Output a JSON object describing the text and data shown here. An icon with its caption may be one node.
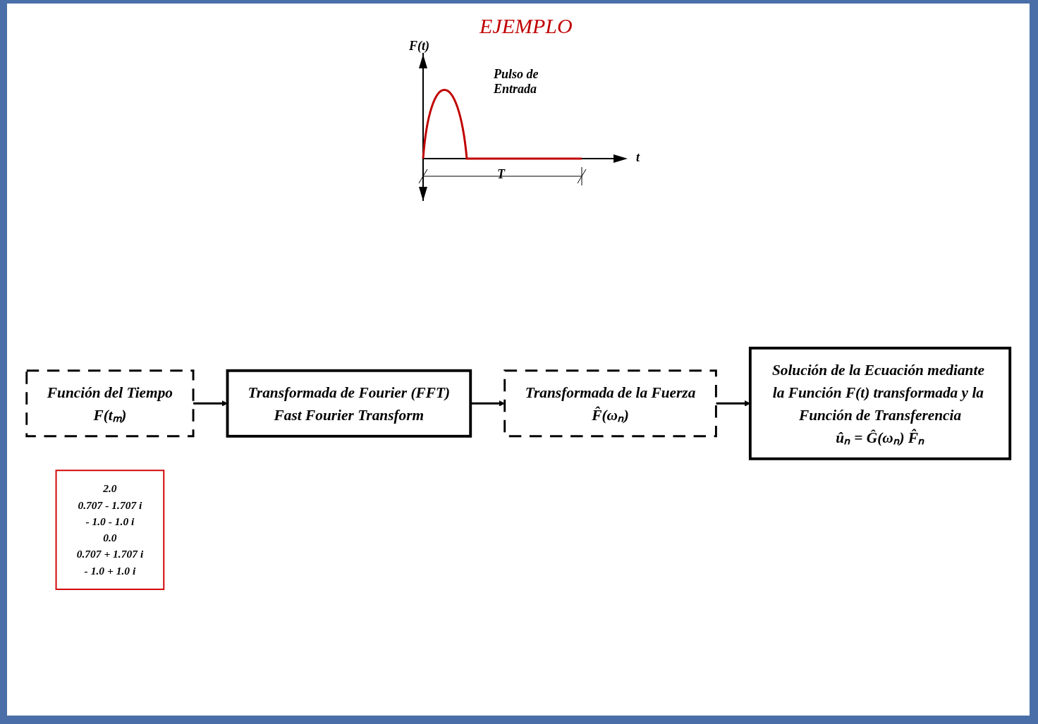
{
  "diagram": {
    "nodes": [
      {
        "text": [
          "Función del Tiempo",
          "F(tₘ)"
        ]
      },
      {
        "text": [
          "Transformada de Fourier (FFT)",
          "Fast Fourier Transform"
        ]
      },
      {
        "text": [
          "Transformada de la Fuerza",
          "F̂(ωₙ)"
        ]
      },
      {
        "text": [
          "Solución de la Ecuación mediante la Función F(t) transformada y la Función de Transferencia",
          "ûₙ = Ĝ(ωₙ) F̂ₙ"
        ]
      },
      {
        "text": [
          "2.0",
          "0.707 - 1.707 i",
          "- 1.0 - 1.0 i",
          "0.0",
          "0.707 + 1.707 i",
          "- 1.0 + 1.0 i"
        ]
      }
    ],
    "edges": [
      {
        "from": 0,
        "to": 1,
        "arrow": "to"
      },
      {
        "from": 1,
        "to": 2,
        "arrow": "to"
      },
      {
        "from": 2,
        "to": 3,
        "arrow": "to"
      }
    ],
    "labels": [
      "EJEMPLO",
      "F(t)",
      "Pulso de Entrada",
      "t",
      "T"
    ]
  }
}
